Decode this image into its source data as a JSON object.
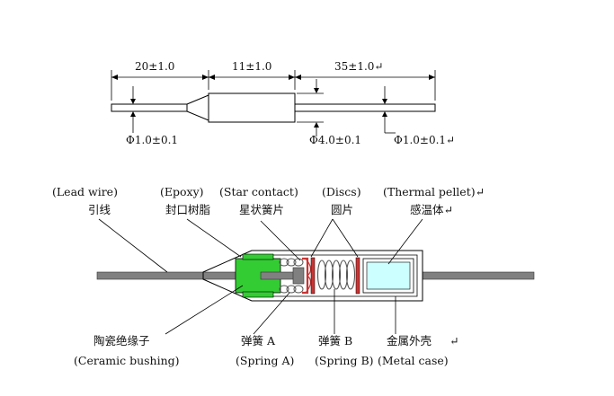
{
  "dimensions": {
    "left_length": "20±1.0",
    "mid_length": "11±1.0",
    "right_length": "35±1.0↵",
    "left_diameter": "Φ1.0±0.1",
    "body_diameter": "Φ4.0±0.1",
    "right_diameter": "Φ1.0±0.1↵"
  },
  "labels_top": {
    "lead_wire_en": "(Lead wire)",
    "lead_wire_cn": "引线",
    "epoxy_en": "(Epoxy)",
    "epoxy_cn": "封口树脂",
    "star_contact_en": "(Star contact)",
    "star_contact_cn": "星状簧片",
    "discs_en": "(Discs)",
    "discs_cn": "圆片",
    "thermal_pellet_en": "(Thermal pellet)↵",
    "thermal_pellet_cn": "感温体↵"
  },
  "labels_bottom": {
    "ceramic_cn": "陶瓷绝缘子",
    "ceramic_en": "(Ceramic bushing)",
    "spring_a_cn": "弹簧 A",
    "spring_a_en": "(Spring A)",
    "spring_b_cn": "弹簧 B",
    "spring_b_en": "(Spring B)",
    "metal_case_cn": "金属外壳",
    "metal_case_en": "(Metal case)",
    "return_mark": "↵"
  },
  "colors": {
    "lead": "#808080",
    "ceramic": "#33cc33",
    "spring": "#555555",
    "star_contact": "#cc3333",
    "pellet": "#ccffff",
    "line": "#000000"
  }
}
